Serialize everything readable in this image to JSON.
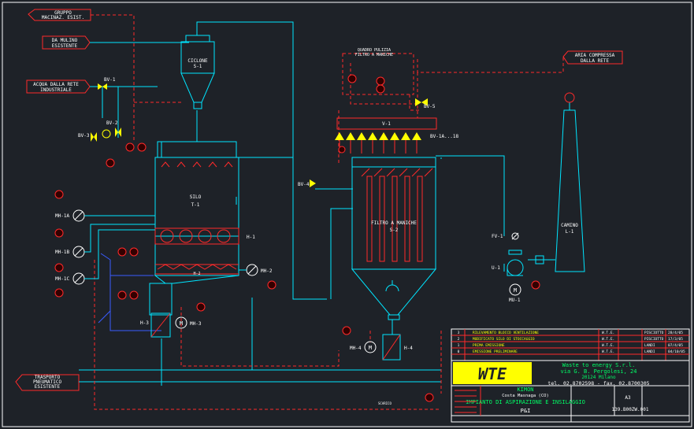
{
  "colors": {
    "background": "#1e2228",
    "process_line": "#00e5ff",
    "control_line": "#ff2a2a",
    "air_line": "#3a5cff",
    "tag_text": "#ffff00",
    "white": "#ffffff",
    "logo_bg": "#ffff00",
    "green_text": "#00ff66"
  },
  "inlets": {
    "gruppo": [
      "GRUPPO",
      "MACINAZ. ESIST."
    ],
    "mulino": [
      "DA MULINO",
      "ESISTENTE"
    ],
    "acqua": [
      "ACQUA DALLA RETE",
      "INDUSTRIALE"
    ],
    "aria": [
      "ARIA COMPRESSA",
      "DALLA RETE"
    ],
    "trasporto": [
      "TRASPORTO",
      "PNEUMATICO",
      "ESISTENTE"
    ]
  },
  "equipment": {
    "ciclone": [
      "CICLONE",
      "S-1"
    ],
    "silo": [
      "SILO",
      "T-1"
    ],
    "filtro": [
      "FILTRO A MANICHE",
      "S-2"
    ],
    "camino": [
      "CAMINO",
      "L-1"
    ],
    "quadro": [
      "QUADRO PULIZIA",
      "FILTRO A MANICHE"
    ],
    "v1": "V-1",
    "bv5": "BV-5",
    "bv1": "BV-1",
    "bv2": "BV-2",
    "bv3": "BV-3",
    "bv4": "BV-4",
    "bv_series": "BV-1A...18",
    "h1": "H-1",
    "h2": "H-2",
    "h3": "H-3",
    "h4": "H-4",
    "mh1a": "MH-1A",
    "mh1b": "MH-1B",
    "mh1c": "MH-1C",
    "mh2": "MH-2",
    "mh3": "MH-3",
    "mh4": "MH-4",
    "mu1": "MU-1",
    "u1": "U-1",
    "fv1": "FV-1"
  },
  "title_block": {
    "company": "Waste to energy S.r.l.",
    "address": "via G. B. Pergolesi, 24",
    "city": "20124 Milano",
    "contacts": "tel. 02.8702598  -  fax. 02.8700305",
    "logo": "WTE",
    "client": "KIMON",
    "site": "Costa Masnaga (CO)",
    "drawing_title": "IMPIANTO DI ASPIRAZIONE E INSILAGGIO",
    "doc_type": "P&I",
    "format": "A3",
    "drawing_no": "139.B00ZW.001",
    "revisions": [
      {
        "rev": "3",
        "desc": "RILEVAMENTO BLOCCO VENTILAZIONE",
        "by": "W.T.E.",
        "chk": "PISCIOTTO",
        "date": "28/4/05"
      },
      {
        "rev": "2",
        "desc": "MODIFICATO SILO DI STOCCAGGIO",
        "by": "W.T.E.",
        "chk": "PISCIOTTO",
        "date": "17/3/05"
      },
      {
        "rev": "1",
        "desc": "PRIMA EMISSIONE",
        "by": "W.T.E.",
        "chk": "LANDI",
        "date": "07/4/05"
      },
      {
        "rev": "0",
        "desc": "EMISSIONE PRELIMINARE",
        "by": "W.T.E.",
        "chk": "LANDI",
        "date": "04/10/05"
      }
    ]
  },
  "line_note": "SCARICO"
}
